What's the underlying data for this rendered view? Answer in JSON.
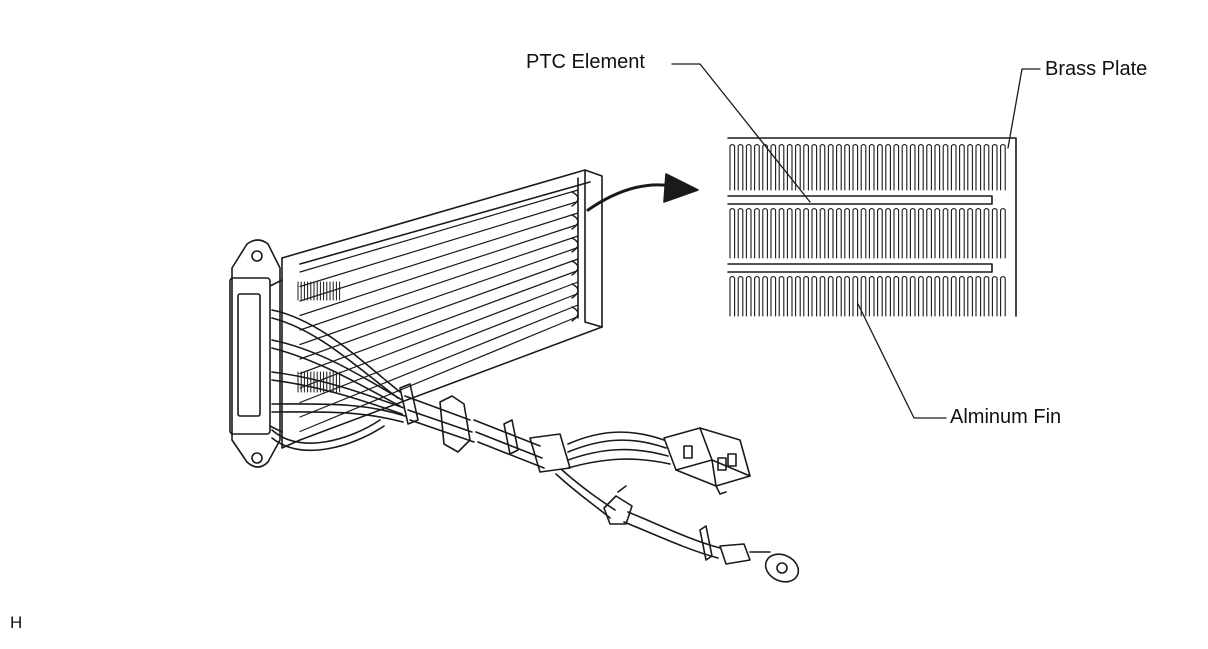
{
  "labels": {
    "ptc_element": "PTC Element",
    "brass_plate": "Brass Plate",
    "aluminum_fin": "Alminum Fin",
    "figure_code": "H"
  },
  "colors": {
    "line": "#1a1a1a",
    "background": "#ffffff"
  }
}
